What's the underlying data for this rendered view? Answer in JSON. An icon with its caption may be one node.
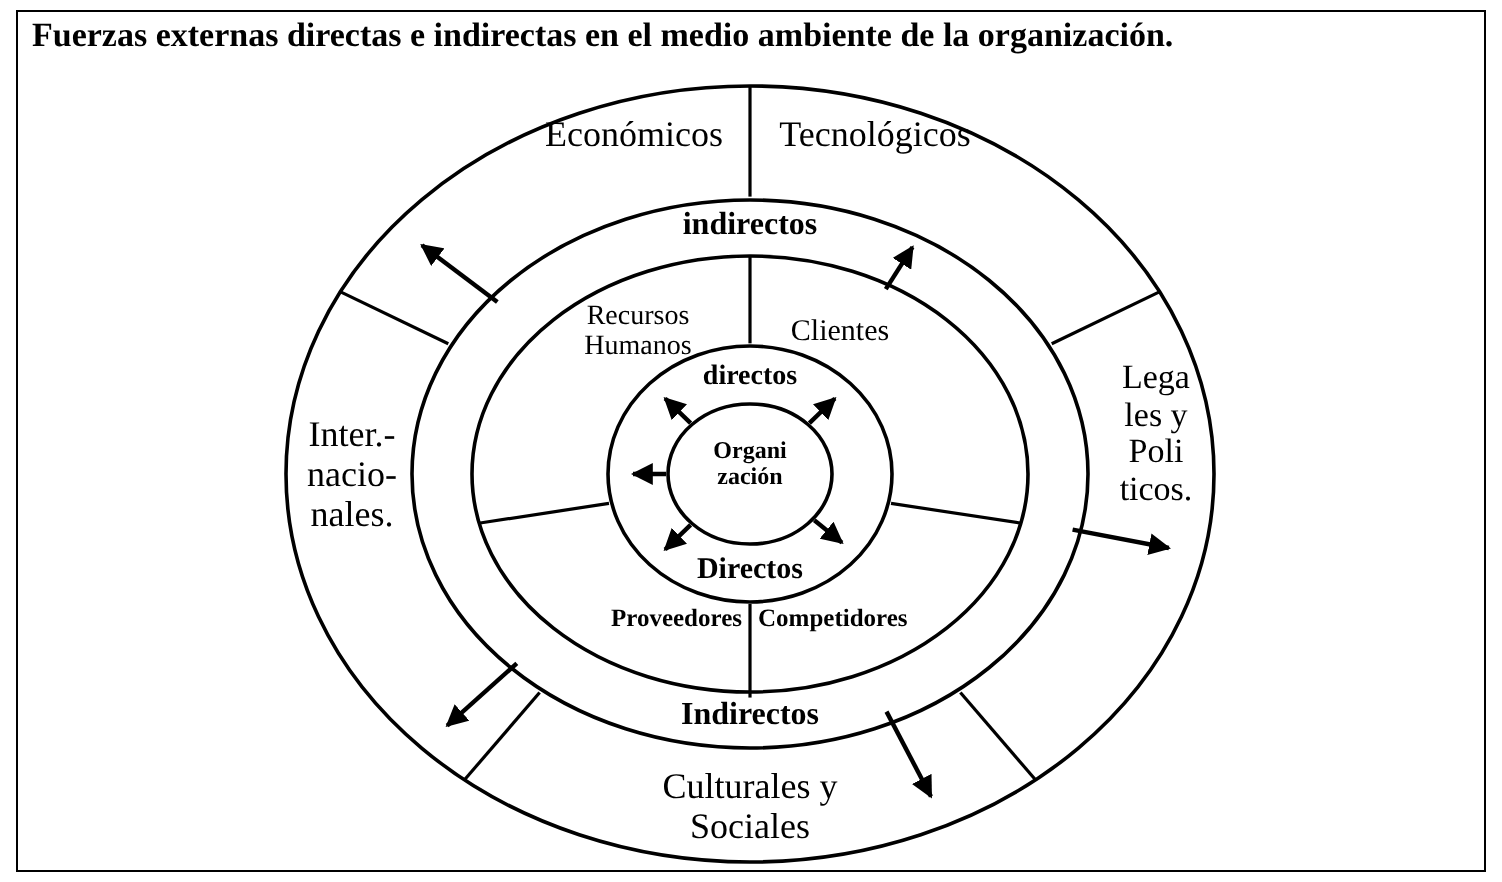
{
  "diagram": {
    "title": "Fuerzas externas directas e indirectas en el medio ambiente de la organización.",
    "nodes": [
      {
        "text": [
          "Económicos",
          "Tecnológicos",
          "Inter.- nacio- nales.",
          "Lega les y Poli ticos.",
          "Culturales y Sociales"
        ]
      },
      {
        "text": [
          "indirectos",
          "Indirectos"
        ],
        "in": 0
      },
      {
        "text": [
          "Recursos Humanos",
          "Clientes",
          "Proveedores",
          "Competidores"
        ],
        "in": 1
      },
      {
        "text": [
          "directos",
          "Directos"
        ],
        "in": 2
      },
      {
        "text": [
          "Organi zación"
        ],
        "in": 3
      }
    ],
    "edges": [
      {
        "from": 1,
        "to": 0,
        "arrow": "to"
      },
      {
        "from": 2,
        "to": 1,
        "arrow": "to"
      },
      {
        "from": 4,
        "to": 3,
        "arrow": "to"
      },
      {
        "from": 4,
        "to": 3,
        "arrow": "to"
      },
      {
        "from": 4,
        "to": 3,
        "arrow": "to"
      },
      {
        "from": 1,
        "to": 0,
        "arrow": "to"
      },
      {
        "from": 4,
        "to": 3,
        "arrow": "to"
      },
      {
        "from": 4,
        "to": 3,
        "arrow": "to"
      },
      {
        "from": 1,
        "to": 0,
        "arrow": "to"
      },
      {
        "from": 1,
        "to": 0,
        "arrow": "to"
      }
    ]
  }
}
